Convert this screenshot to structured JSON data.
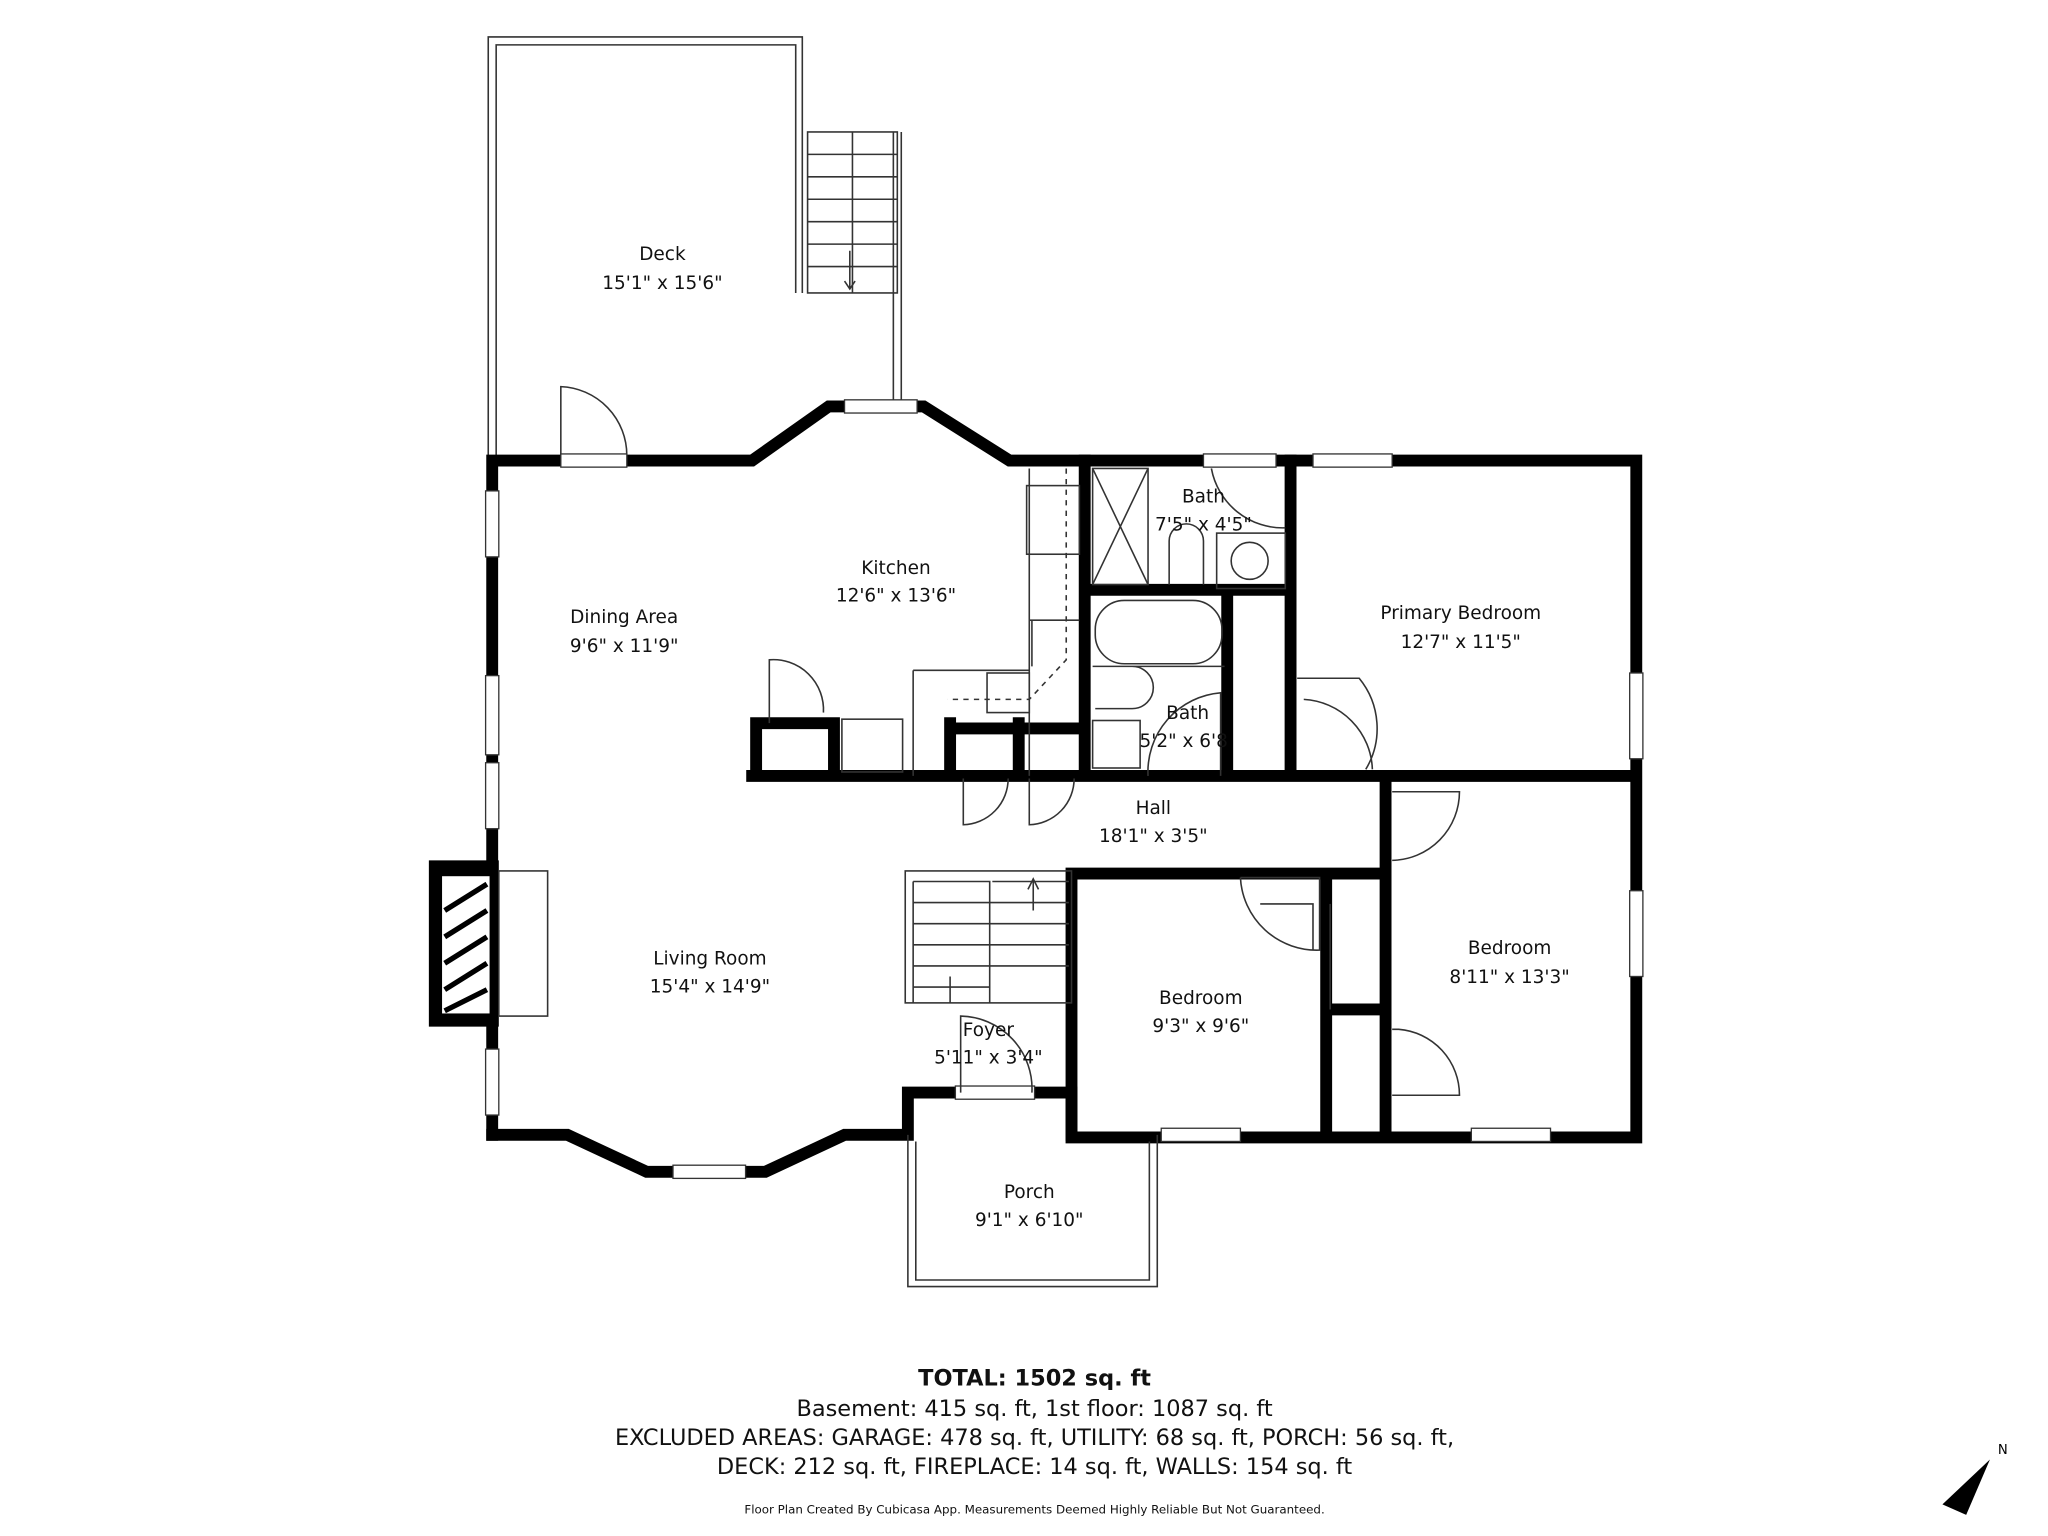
{
  "rooms": [
    {
      "name": "Deck",
      "dims": "15'1\" x 15'6\""
    },
    {
      "name": "Kitchen",
      "dims": "12'6\" x 13'6\""
    },
    {
      "name": "Dining Area",
      "dims": "9'6\" x 11'9\""
    },
    {
      "name": "Bath",
      "dims": "7'5\" x 4'5\""
    },
    {
      "name": "Primary Bedroom",
      "dims": "12'7\" x 11'5\""
    },
    {
      "name": "Bath",
      "dims": "5'2\" x 6'8"
    },
    {
      "name": "Hall",
      "dims": "18'1\" x 3'5\""
    },
    {
      "name": "Living Room",
      "dims": "15'4\" x 14'9\""
    },
    {
      "name": "Bedroom",
      "dims": "9'3\" x 9'6\""
    },
    {
      "name": "Bedroom",
      "dims": "8'11\" x 13'3\""
    },
    {
      "name": "Foyer",
      "dims": "5'11\" x 3'4\""
    },
    {
      "name": "Porch",
      "dims": "9'1\" x 6'10\""
    }
  ],
  "summary": {
    "total": "TOTAL: 1502 sq. ft",
    "line1": "Basement: 415 sq. ft, 1st floor: 1087 sq. ft",
    "line2": "EXCLUDED AREAS: GARAGE: 478 sq. ft, UTILITY: 68 sq. ft, PORCH: 56 sq. ft,",
    "line3": "DECK: 212 sq. ft, FIREPLACE: 14 sq. ft, WALLS: 154 sq. ft",
    "disclaimer": "Floor Plan Created By Cubicasa App. Measurements Deemed Highly Reliable But Not Guaranteed."
  },
  "compass": {
    "label": "N",
    "icon": "north-arrow-icon"
  }
}
